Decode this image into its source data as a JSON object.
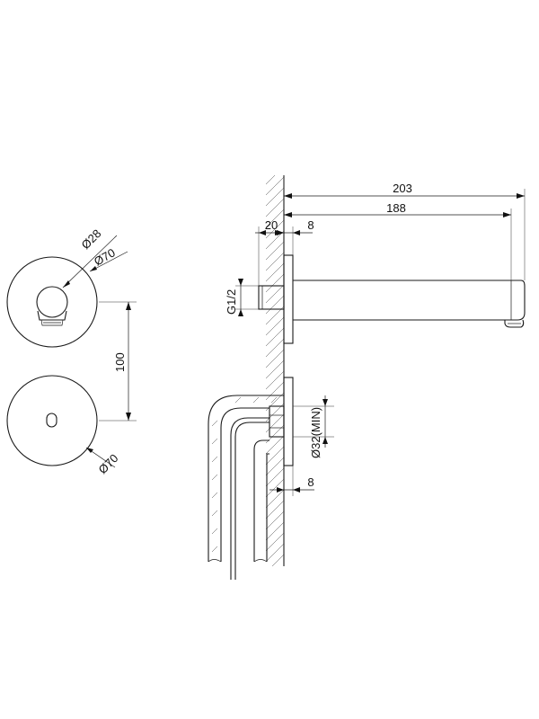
{
  "dimensions": {
    "outlet_plate_diameter": "Ø70",
    "outlet_bore_diameter": "Ø28",
    "center_distance": "100",
    "sensor_plate_diameter": "Ø70",
    "total_projection": "203",
    "spout_projection": "188",
    "wall_offset": "20",
    "plate_thickness_top": "8",
    "thread_size": "G1/2",
    "conduit_diameter": "Ø32(MIN)",
    "plate_thickness_bottom": "8"
  }
}
